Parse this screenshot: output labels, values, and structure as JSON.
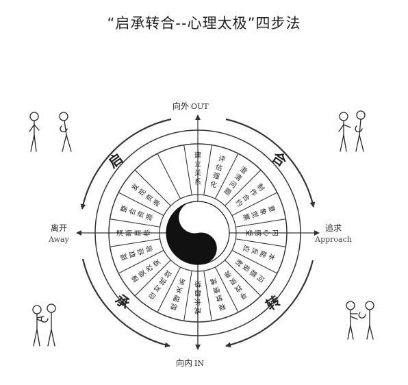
{
  "title": "“启承转合--心理太极”四步法",
  "axes": {
    "top": {
      "cn": "向外",
      "en": "OUT"
    },
    "bottom": {
      "cn": "向内",
      "en": "IN"
    },
    "left": {
      "cn": "离开",
      "en": "Away"
    },
    "right": {
      "cn": "追求",
      "en": "Approach"
    }
  },
  "quadrant_labels": {
    "qi": "启",
    "he": "合",
    "zhuan": "转",
    "cheng": "承"
  },
  "sectors": [
    "建立关系",
    "评估强化",
    "澄清问题",
    "制作合约",
    "意象觉察",
    "内心感受",
    "本能反应",
    "问题投射",
    "寻找资源",
    "释放情绪",
    "成长趋势",
    "梳理关系",
    "应对挑战",
    "接受改变",
    "提取经验",
    "清晰目标",
    "整合资源",
    "发现资源",
    "",
    ""
  ],
  "colors": {
    "line": "#333333",
    "text": "#222222",
    "background": "#ffffff"
  }
}
